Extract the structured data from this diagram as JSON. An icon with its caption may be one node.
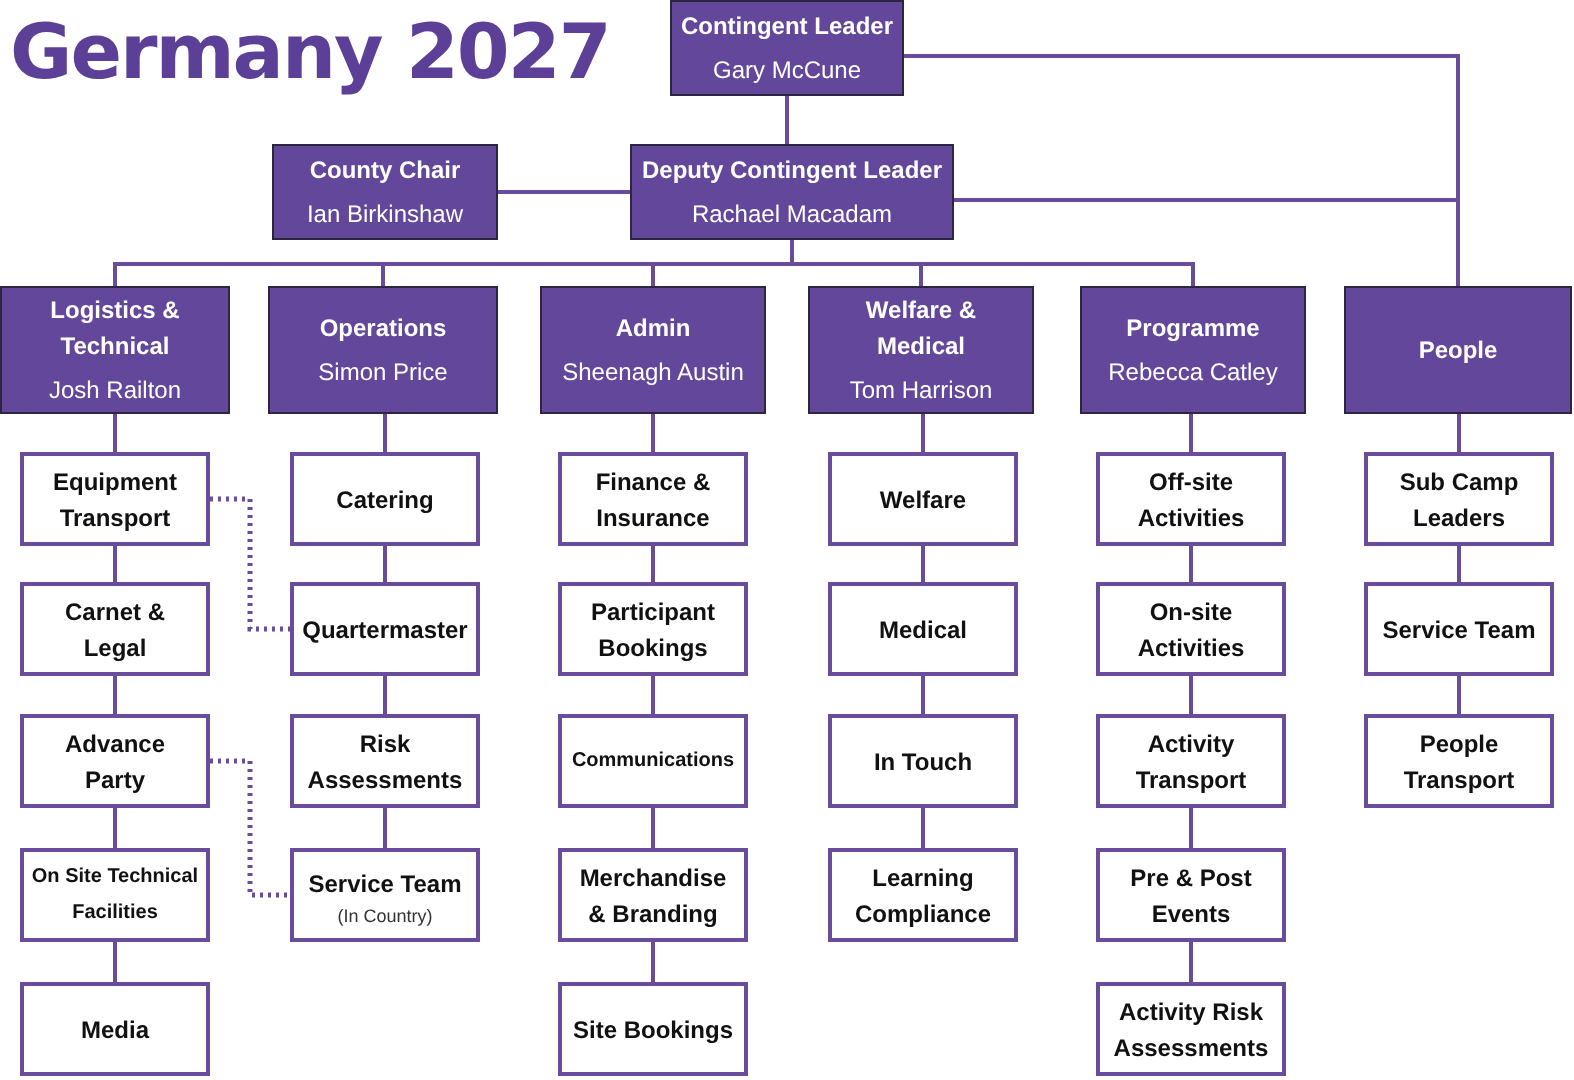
{
  "diagram": {
    "title": "Germany 2027",
    "nodes": [
      {
        "text": [
          "Contingent Leader",
          "Gary McCune"
        ]
      },
      {
        "text": [
          "County Chair",
          "Ian Birkinshaw"
        ]
      },
      {
        "text": [
          "Deputy Contingent Leader",
          "Rachael Macadam"
        ]
      },
      {
        "text": [
          "Logistics & Technical",
          "Josh Railton"
        ]
      },
      {
        "text": [
          "Operations",
          "Simon Price"
        ]
      },
      {
        "text": [
          "Admin",
          "Sheenagh Austin"
        ]
      },
      {
        "text": [
          "Welfare & Medical",
          "Tom Harrison"
        ]
      },
      {
        "text": [
          "Programme",
          "Rebecca Catley"
        ]
      },
      {
        "text": [
          "People"
        ]
      },
      {
        "text": [
          "Equipment Transport"
        ]
      },
      {
        "text": [
          "Carnet & Legal"
        ]
      },
      {
        "text": [
          "Advance Party"
        ]
      },
      {
        "text": [
          "On Site Technical Facilities"
        ]
      },
      {
        "text": [
          "Media"
        ]
      },
      {
        "text": [
          "Catering"
        ]
      },
      {
        "text": [
          "Quartermaster"
        ]
      },
      {
        "text": [
          "Risk Assessments"
        ]
      },
      {
        "text": [
          "Service Team",
          "(In Country)"
        ]
      },
      {
        "text": [
          "Finance & Insurance"
        ]
      },
      {
        "text": [
          "Participant Bookings"
        ]
      },
      {
        "text": [
          "Communications"
        ]
      },
      {
        "text": [
          "Merchandise & Branding"
        ]
      },
      {
        "text": [
          "Site Bookings"
        ]
      },
      {
        "text": [
          "Welfare"
        ]
      },
      {
        "text": [
          "Medical"
        ]
      },
      {
        "text": [
          "In Touch"
        ]
      },
      {
        "text": [
          "Learning Compliance"
        ]
      },
      {
        "text": [
          "Off-site Activities"
        ]
      },
      {
        "text": [
          "On-site Activities"
        ]
      },
      {
        "text": [
          "Activity Transport"
        ]
      },
      {
        "text": [
          "Pre & Post Events"
        ]
      },
      {
        "text": [
          "Activity Risk Assessments"
        ]
      },
      {
        "text": [
          "Sub Camp Leaders"
        ]
      },
      {
        "text": [
          "Service Team"
        ]
      },
      {
        "text": [
          "People Transport"
        ]
      }
    ],
    "edges": [
      {
        "from": 0,
        "to": 2,
        "arrow": "none"
      },
      {
        "from": 0,
        "to": 8,
        "arrow": "none"
      },
      {
        "from": 1,
        "to": 2,
        "arrow": "none"
      },
      {
        "from": 2,
        "to": 8,
        "arrow": "none"
      },
      {
        "from": 2,
        "to": 3,
        "arrow": "none"
      },
      {
        "from": 2,
        "to": 4,
        "arrow": "none"
      },
      {
        "from": 2,
        "to": 5,
        "arrow": "none"
      },
      {
        "from": 2,
        "to": 6,
        "arrow": "none"
      },
      {
        "from": 2,
        "to": 7,
        "arrow": "none"
      },
      {
        "from": 3,
        "to": 9,
        "arrow": "none"
      },
      {
        "from": 9,
        "to": 10,
        "arrow": "none"
      },
      {
        "from": 10,
        "to": 11,
        "arrow": "none"
      },
      {
        "from": 11,
        "to": 12,
        "arrow": "none"
      },
      {
        "from": 12,
        "to": 13,
        "arrow": "none"
      },
      {
        "from": 4,
        "to": 14,
        "arrow": "none"
      },
      {
        "from": 14,
        "to": 15,
        "arrow": "none"
      },
      {
        "from": 15,
        "to": 16,
        "arrow": "none"
      },
      {
        "from": 16,
        "to": 17,
        "arrow": "none"
      },
      {
        "from": 5,
        "to": 18,
        "arrow": "none"
      },
      {
        "from": 18,
        "to": 19,
        "arrow": "none"
      },
      {
        "from": 19,
        "to": 20,
        "arrow": "none"
      },
      {
        "from": 20,
        "to": 21,
        "arrow": "none"
      },
      {
        "from": 21,
        "to": 22,
        "arrow": "none"
      },
      {
        "from": 6,
        "to": 23,
        "arrow": "none"
      },
      {
        "from": 23,
        "to": 24,
        "arrow": "none"
      },
      {
        "from": 24,
        "to": 25,
        "arrow": "none"
      },
      {
        "from": 25,
        "to": 26,
        "arrow": "none"
      },
      {
        "from": 7,
        "to": 27,
        "arrow": "none"
      },
      {
        "from": 27,
        "to": 28,
        "arrow": "none"
      },
      {
        "from": 28,
        "to": 29,
        "arrow": "none"
      },
      {
        "from": 29,
        "to": 30,
        "arrow": "none"
      },
      {
        "from": 30,
        "to": 31,
        "arrow": "none"
      },
      {
        "from": 8,
        "to": 32,
        "arrow": "none"
      },
      {
        "from": 32,
        "to": 33,
        "arrow": "none"
      },
      {
        "from": 33,
        "to": 34,
        "arrow": "none"
      },
      {
        "from": 9,
        "to": 15,
        "arrow": "none",
        "style": "dashed"
      },
      {
        "from": 11,
        "to": 17,
        "arrow": "none",
        "style": "dashed"
      }
    ]
  }
}
